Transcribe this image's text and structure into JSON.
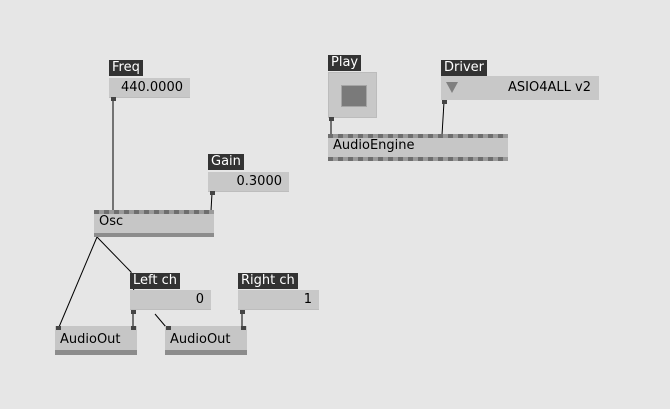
{
  "patch": {
    "freq": {
      "label": "Freq",
      "value": "440.0000"
    },
    "gain": {
      "label": "Gain",
      "value": "0.3000"
    },
    "osc": {
      "name": "Osc"
    },
    "left": {
      "label": "Left ch",
      "value": "0"
    },
    "right": {
      "label": "Right ch",
      "value": "1"
    },
    "out1": {
      "name": "AudioOut"
    },
    "out2": {
      "name": "AudioOut"
    },
    "play": {
      "label": "Play"
    },
    "driver": {
      "label": "Driver",
      "value": "ASIO4ALL v2",
      "icon": "dropdown-arrow-icon"
    },
    "engine": {
      "name": "AudioEngine"
    }
  },
  "colors": {
    "background": "#e6e6e6",
    "node_fill": "#c6c6c6",
    "label_fill": "#333333",
    "label_text": "#ffffff",
    "pin": "#444444"
  }
}
